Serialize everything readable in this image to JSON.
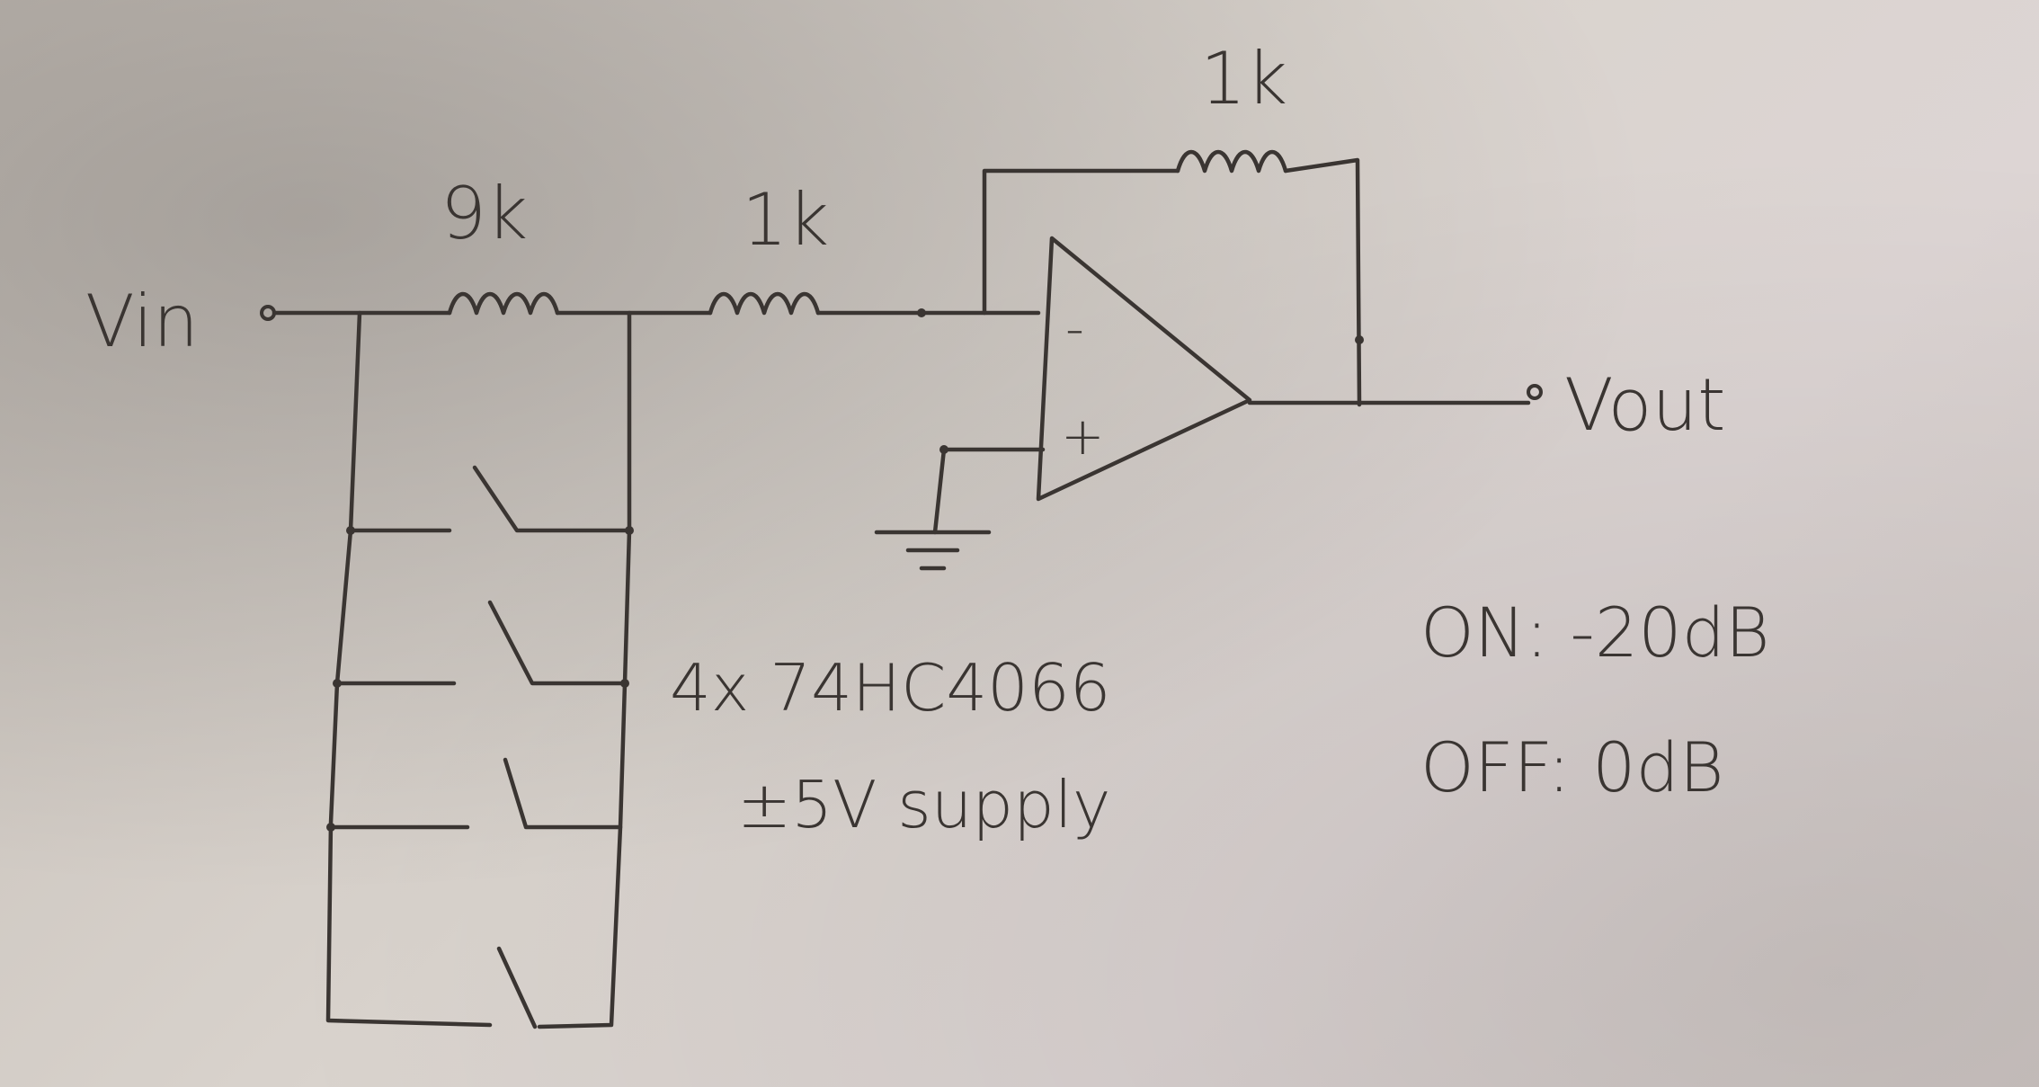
{
  "diagram": {
    "labels": {
      "vin": "Vin",
      "vout": "Vout",
      "r_series": "9k",
      "r_input": "1k",
      "r_feedback": "1k",
      "opamp_minus": "-",
      "opamp_plus": "+",
      "switch_chip": "4x 74HC4066",
      "supply": "±5V supply",
      "on_state": "ON: -20dB",
      "off_state": "OFF: 0dB"
    },
    "colors": {
      "ink": "#3a3532",
      "paper": "#d9d3cd"
    }
  }
}
